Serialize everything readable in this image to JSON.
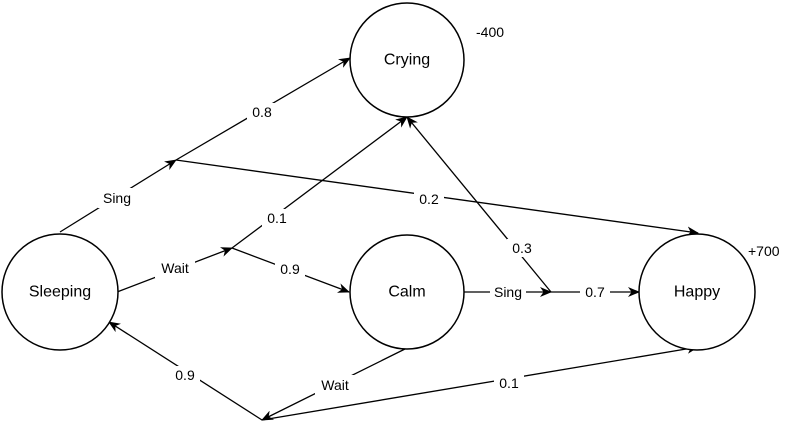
{
  "nodes": {
    "crying": "Crying",
    "sleeping": "Sleeping",
    "calm": "Calm",
    "happy": "Happy"
  },
  "rewards": {
    "crying": "-400",
    "happy": "+700"
  },
  "actions": {
    "sleeping_sing": "Sing",
    "sleeping_wait": "Wait",
    "calm_sing": "Sing",
    "calm_wait": "Wait"
  },
  "probabilities": {
    "sleeping_sing_to_crying": "0.8",
    "sleeping_sing_to_happy": "0.2",
    "sleeping_wait_to_crying": "0.1",
    "sleeping_wait_to_calm": "0.9",
    "calm_sing_to_crying": "0.3",
    "calm_sing_to_happy": "0.7",
    "calm_wait_to_sleeping": "0.9",
    "calm_wait_to_happy": "0.1"
  },
  "colors": {
    "stroke": "#000000",
    "background": "#ffffff"
  }
}
